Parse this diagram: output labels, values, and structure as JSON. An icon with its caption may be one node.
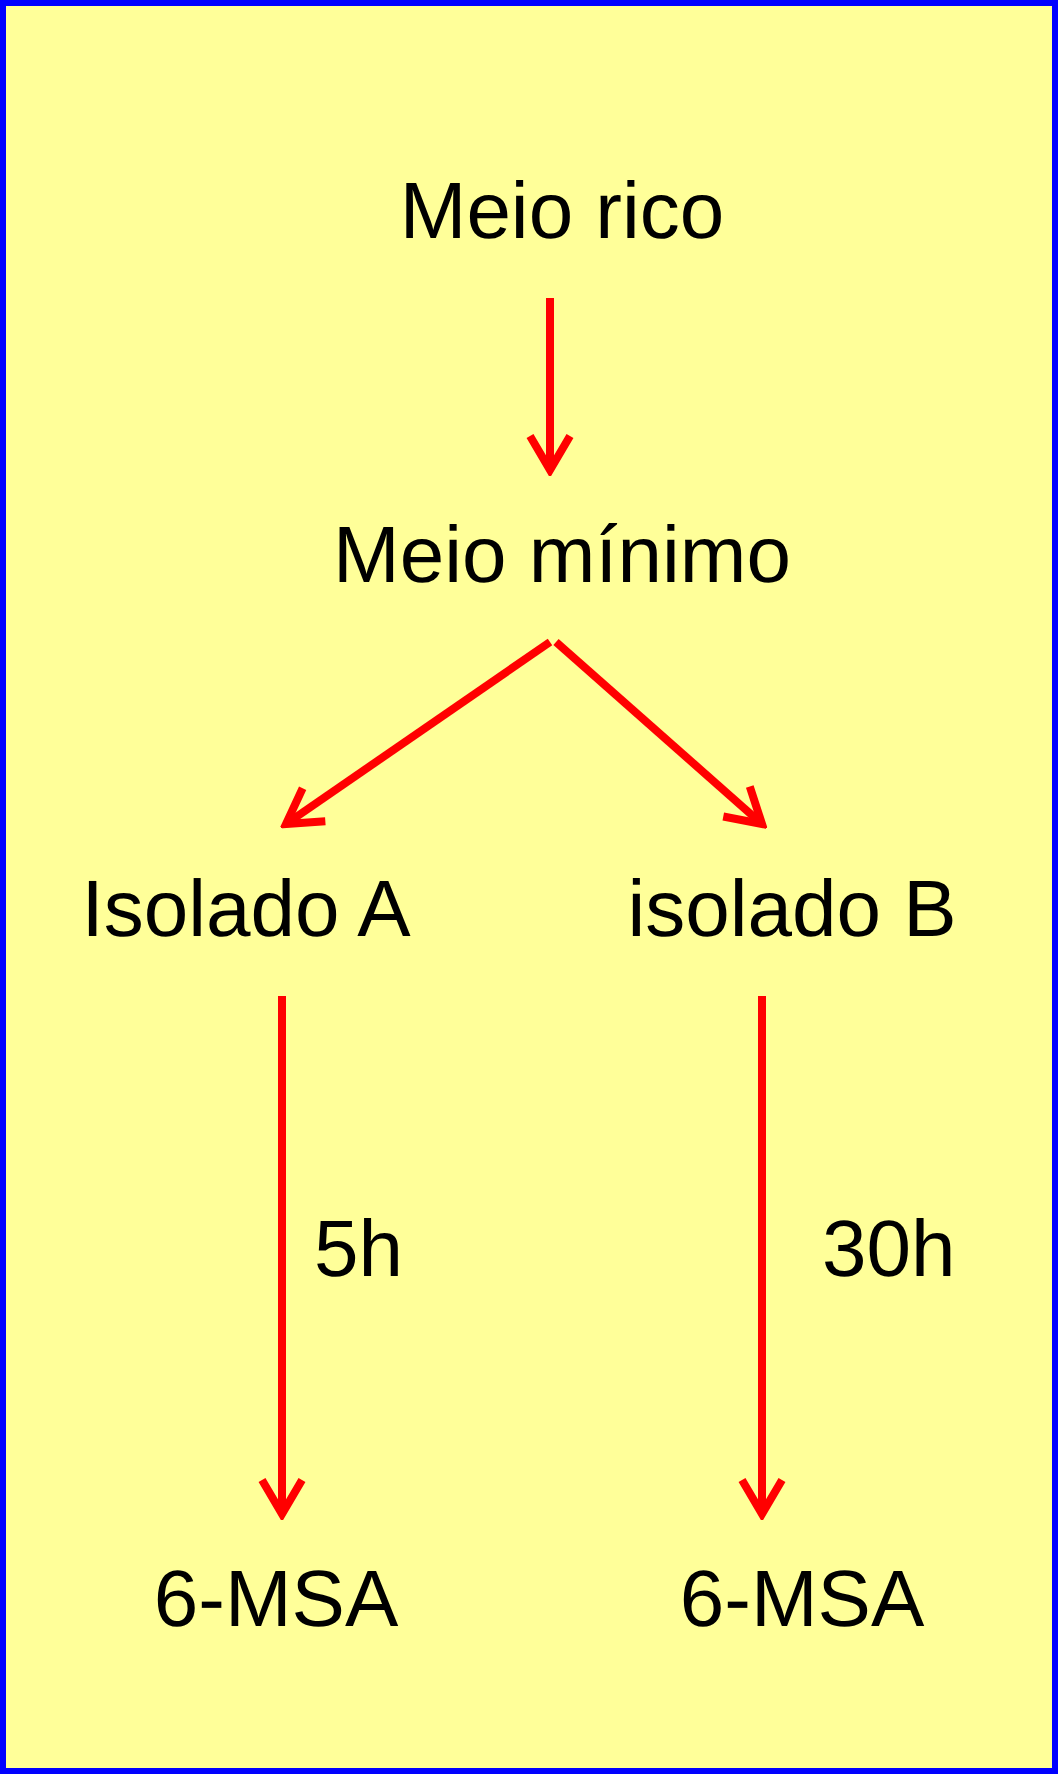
{
  "diagram": {
    "nodes": [
      {
        "text": [
          "Meio rico"
        ]
      },
      {
        "text": [
          "Meio mínimo"
        ]
      },
      {
        "text": [
          "Isolado A"
        ]
      },
      {
        "text": [
          "isolado B"
        ]
      },
      {
        "text": [
          "6-MSA"
        ]
      },
      {
        "text": [
          "6-MSA"
        ]
      }
    ],
    "edges": [
      {
        "from": 0,
        "to": 1,
        "arrow": "to"
      },
      {
        "from": 1,
        "to": 2,
        "arrow": "to"
      },
      {
        "from": 1,
        "to": 3,
        "arrow": "to"
      },
      {
        "from": 2,
        "to": 4,
        "arrow": "to",
        "label": "5h"
      },
      {
        "from": 3,
        "to": 5,
        "arrow": "to",
        "label": "30h"
      }
    ]
  }
}
